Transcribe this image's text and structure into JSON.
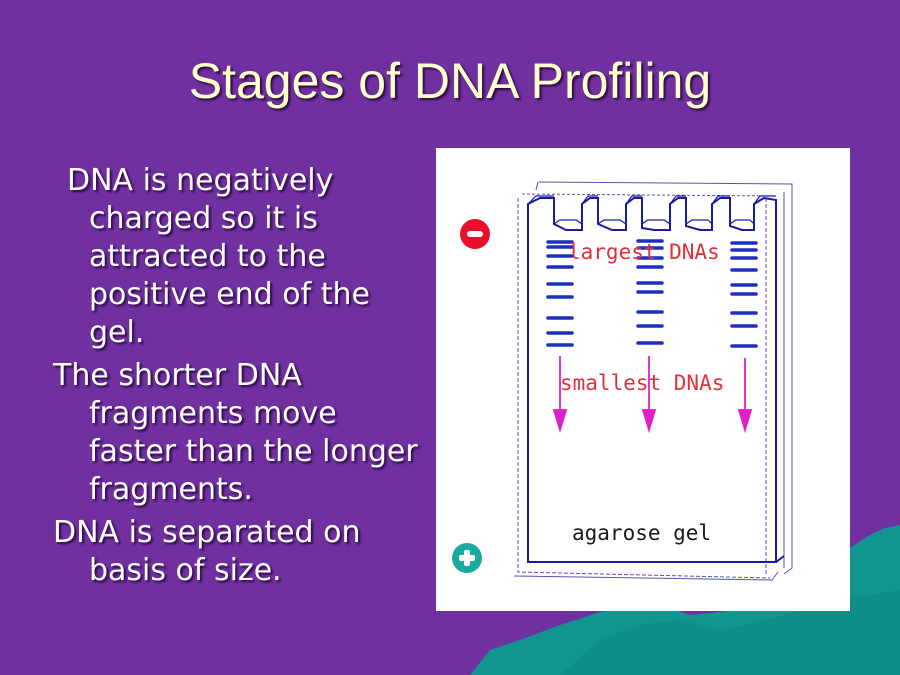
{
  "slide": {
    "title": "Stages of DNA Profiling",
    "bullets": [
      {
        "text": "DNA is negatively charged so it is attracted to the positive end of the gel."
      },
      {
        "text": "The shorter DNA fragments move faster than the longer fragments."
      },
      {
        "text": "DNA is separated on basis of size."
      }
    ]
  },
  "figure": {
    "labels": {
      "largest": "largest DNAs",
      "smallest": "smallest DNAs",
      "gel": "agarose gel"
    },
    "electrodes": {
      "negative": {
        "symbol": "−",
        "color": "#e8102a"
      },
      "positive": {
        "symbol": "+",
        "color": "#1aaba0"
      }
    },
    "colors": {
      "band": "#1c2fc0",
      "arrow": "#e020c8",
      "outline": "#2a2aa0",
      "label_red": "#e0303a"
    }
  },
  "theme": {
    "background": "#7030a0",
    "title_color": "#ffffcc",
    "mountain_color": "#109590"
  }
}
